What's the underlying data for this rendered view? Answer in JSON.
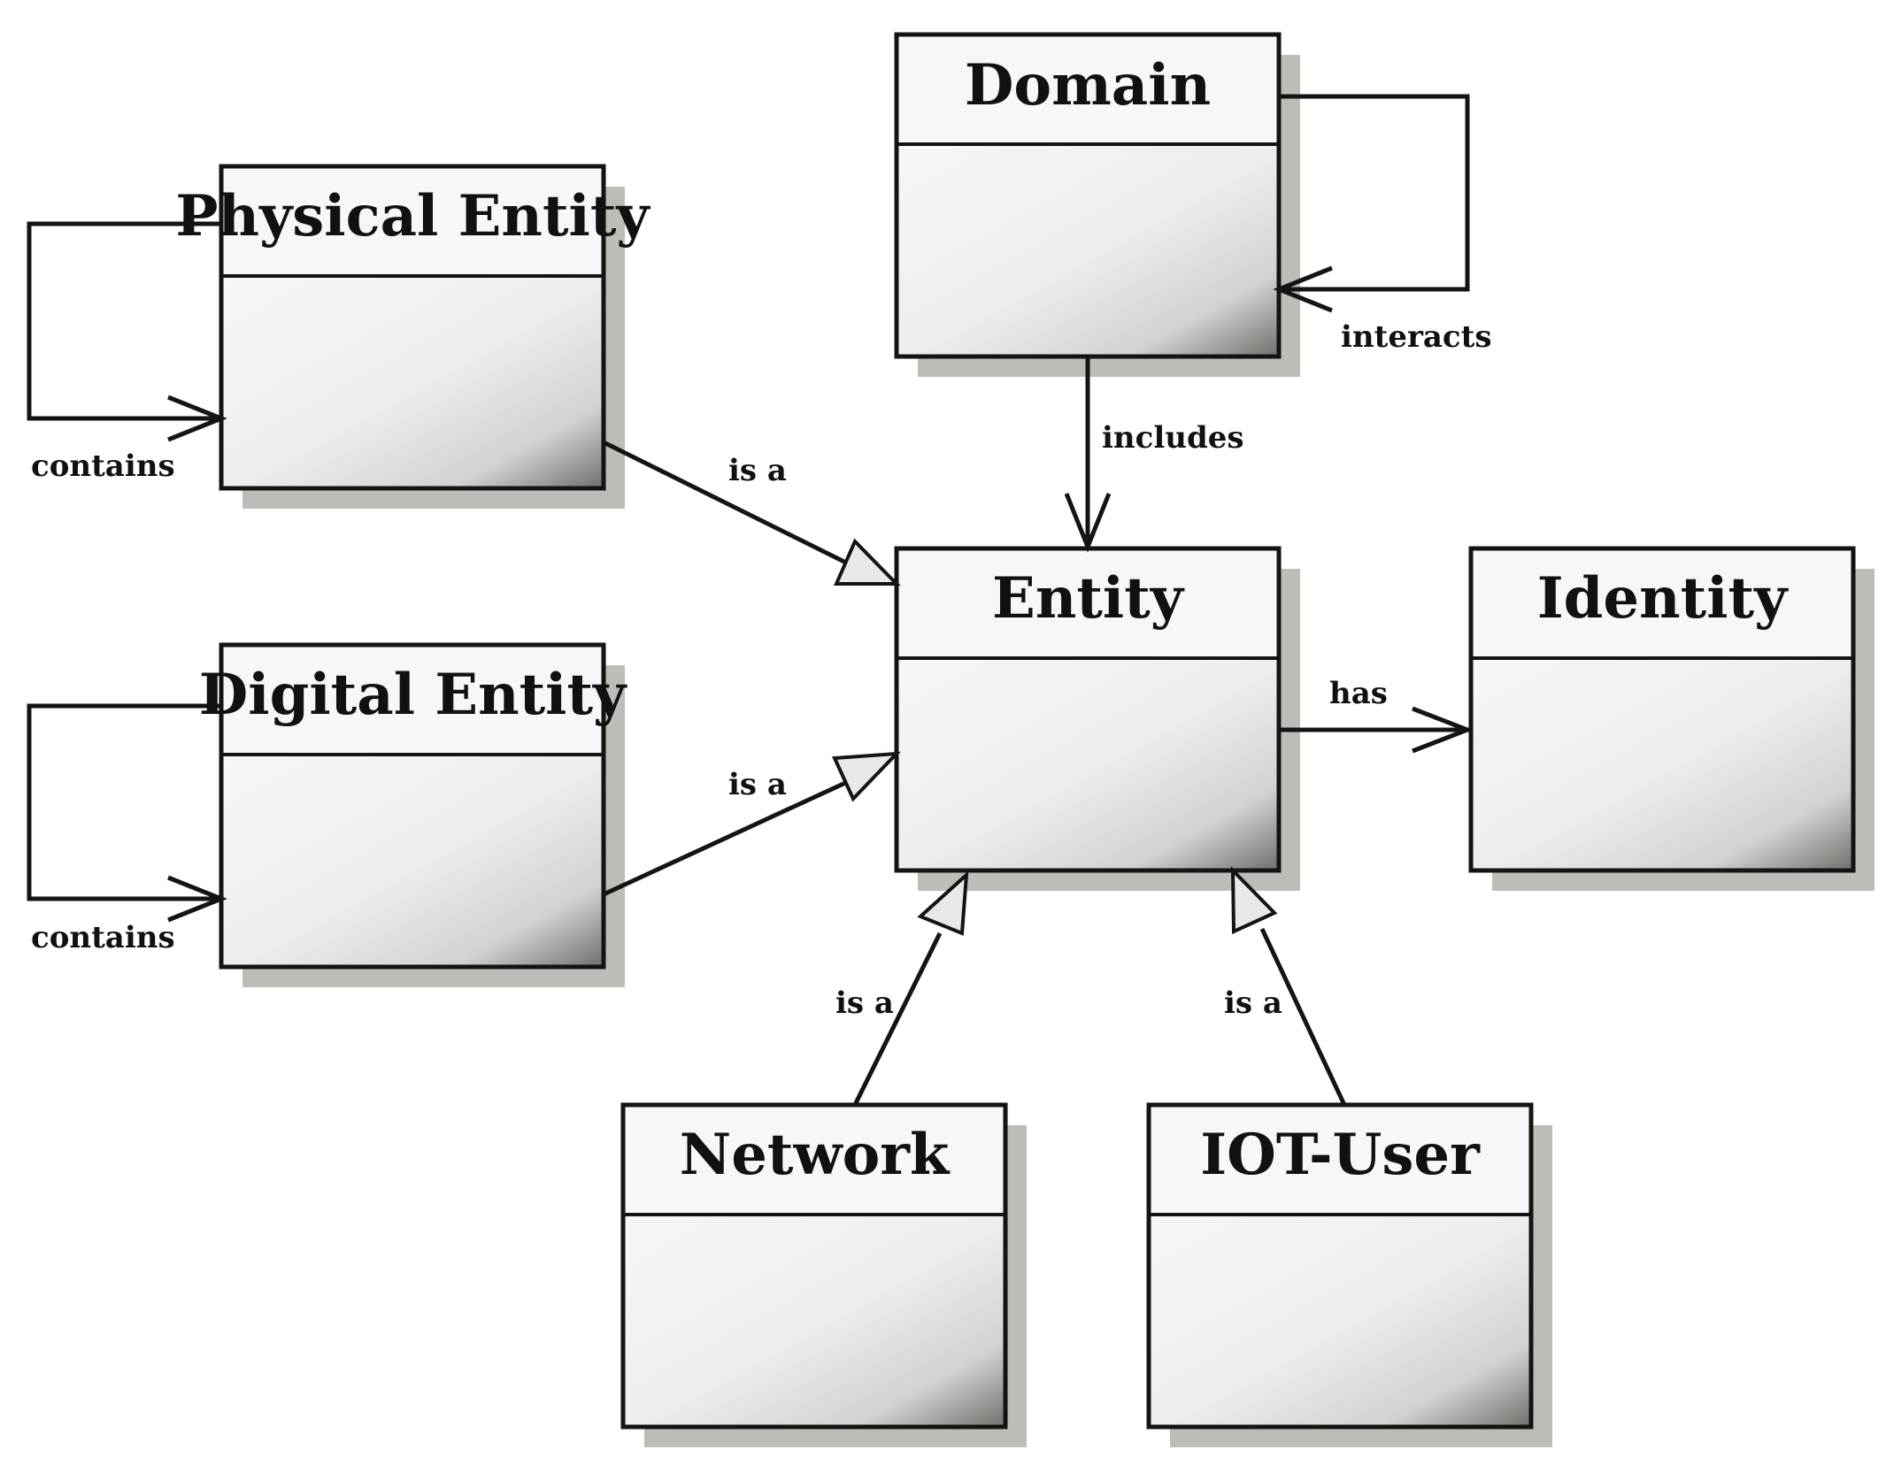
{
  "classes": {
    "domain": "Domain",
    "physical_entity": "Physical Entity",
    "digital_entity": "Digital Entity",
    "entity": "Entity",
    "identity": "Identity",
    "network": "Network",
    "iot_user": "IOT-User"
  },
  "relations": {
    "domain_interacts": "interacts",
    "domain_includes_entity": "includes",
    "physical_contains": "contains",
    "digital_contains": "contains",
    "physical_is_a": "is a",
    "digital_is_a": "is a",
    "entity_has_identity": "has",
    "network_is_a": "is a",
    "iot_user_is_a": "is a"
  }
}
